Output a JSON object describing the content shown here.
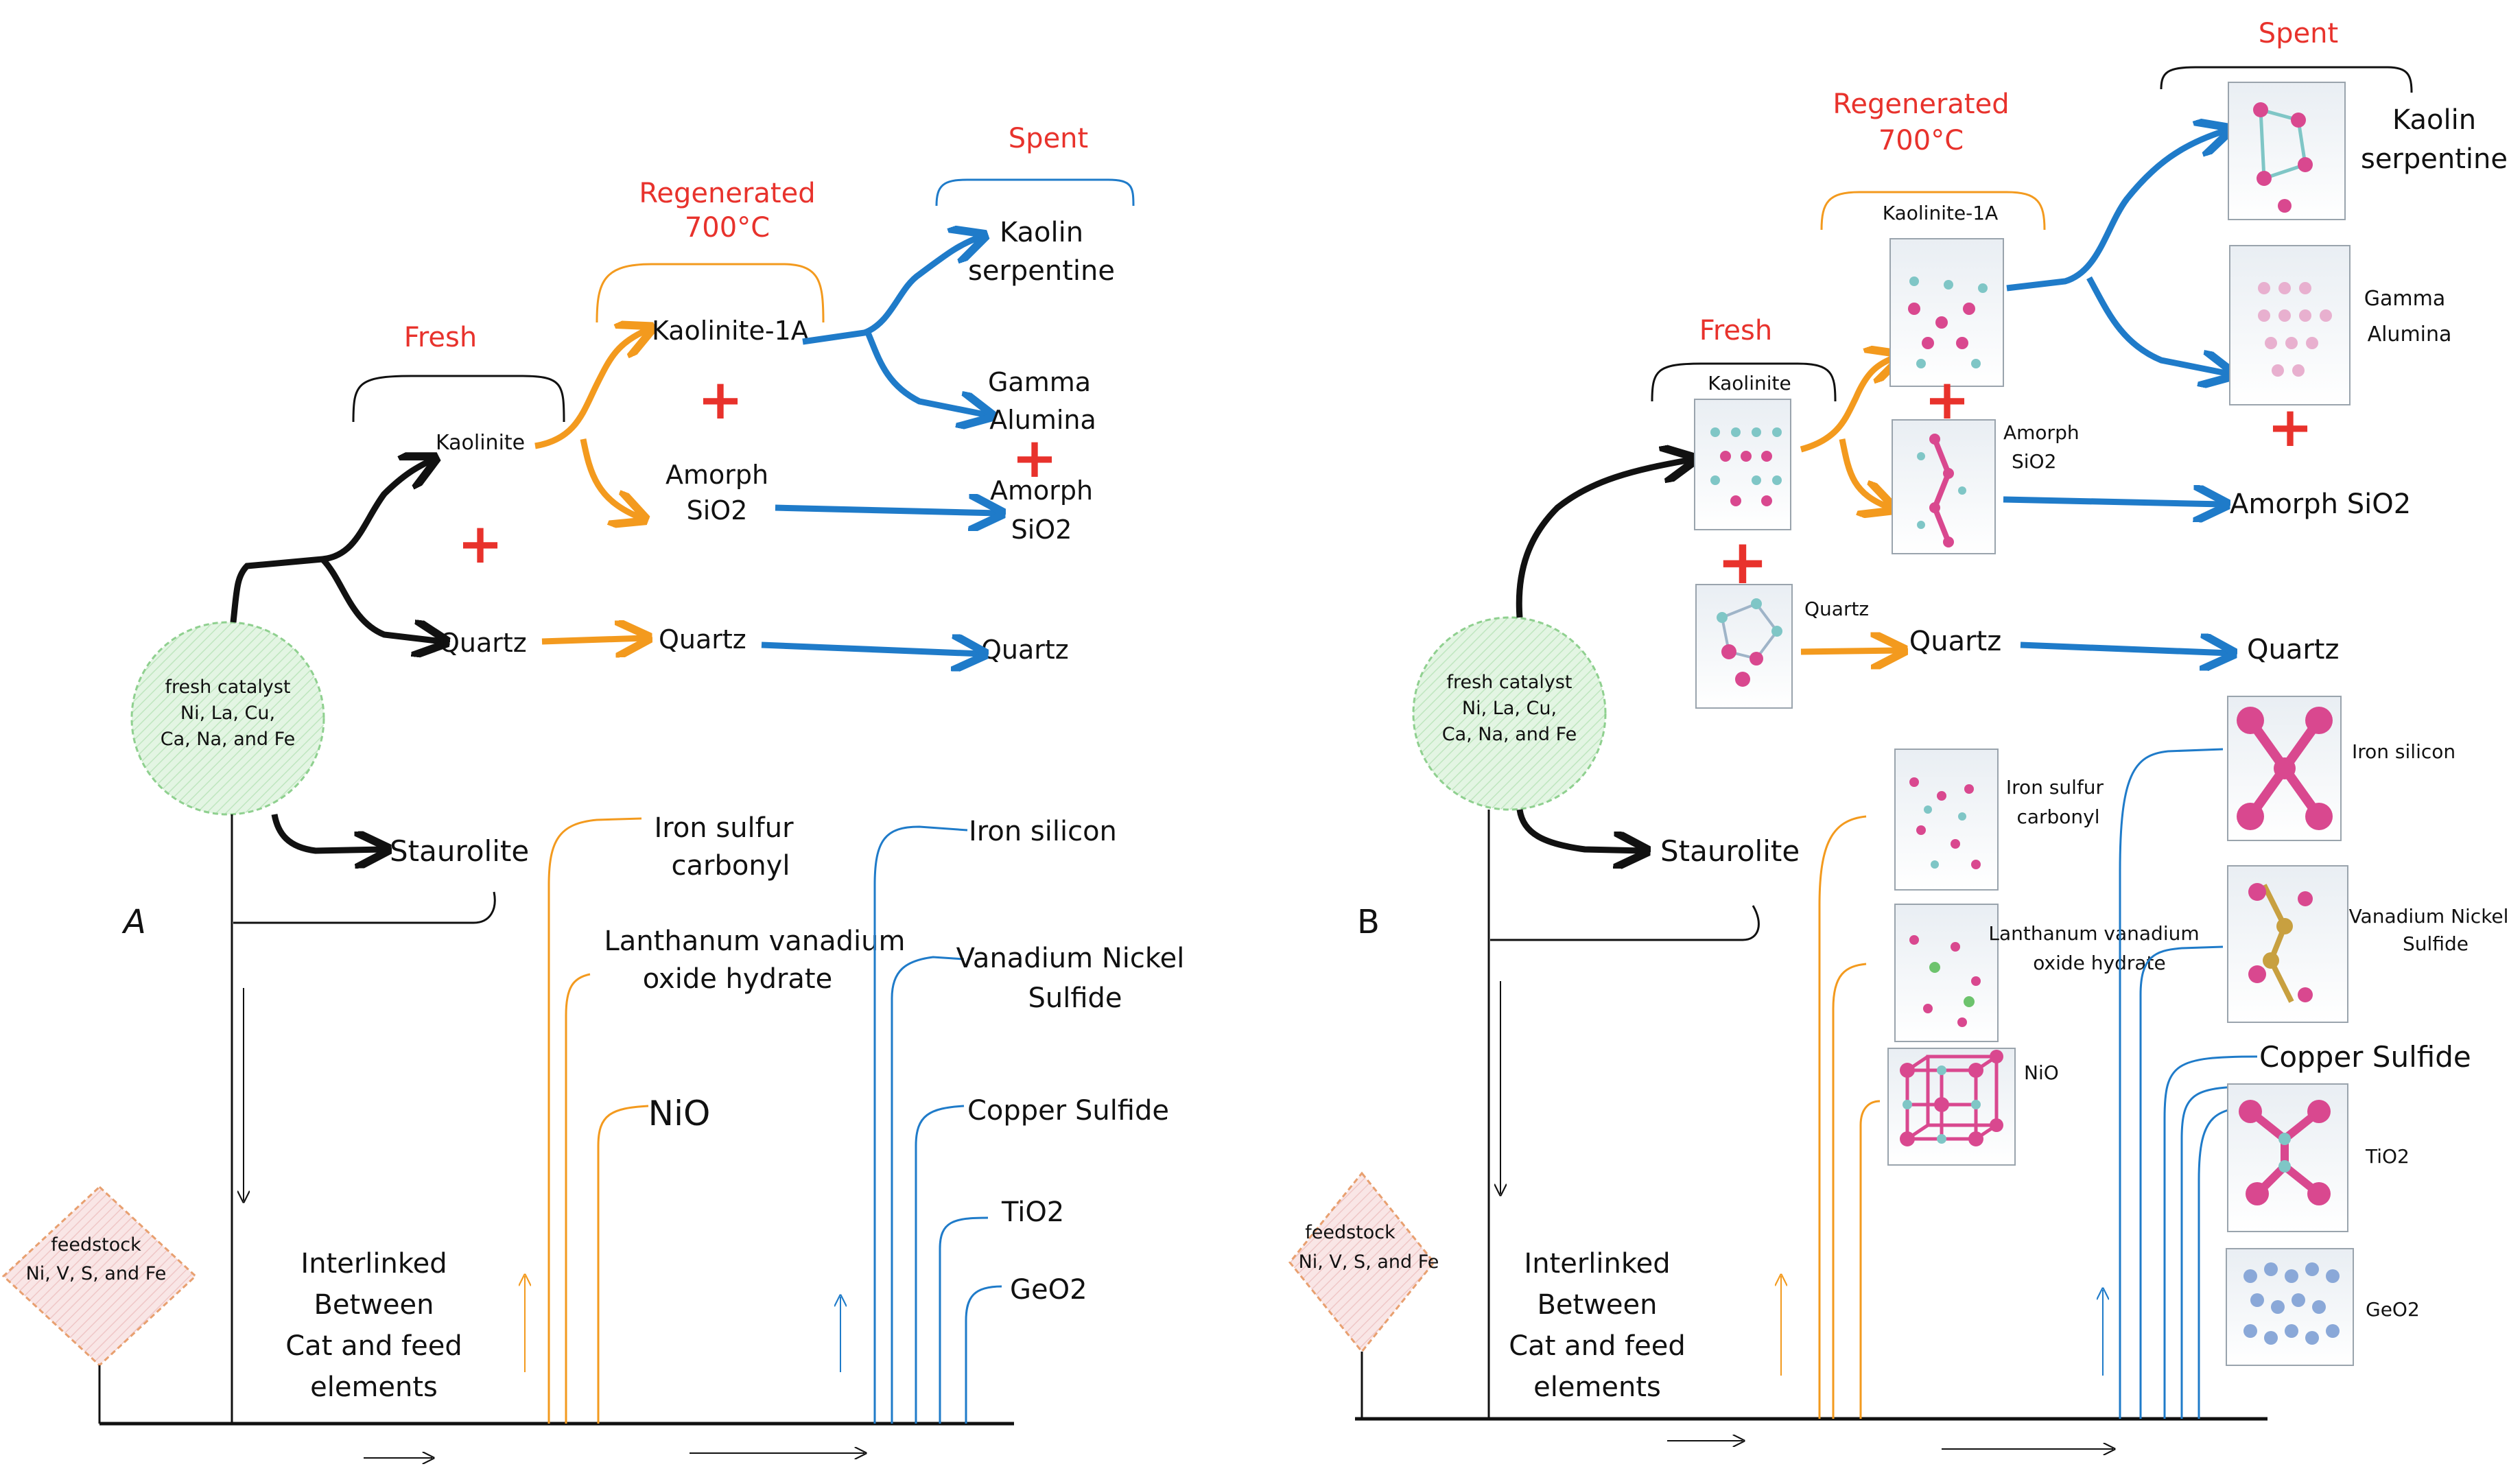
{
  "colors": {
    "black": "#111111",
    "orange": "#f39a1e",
    "blue": "#1f7bc9",
    "red": "#e8322c",
    "catalyst_fill": "#d8f0d8",
    "catalyst_border": "#8fd08f",
    "feedstock_fill": "#f6dede",
    "feedstock_border": "#e8a070",
    "molecule_pink": "#d9488f",
    "molecule_teal": "#7fc6c6",
    "molecule_blue": "#8aa8d8"
  },
  "panel_a": {
    "label": "A",
    "stages": {
      "fresh": "Fresh",
      "regenerated_1": "Regenerated",
      "regenerated_2": "700°C",
      "spent": "Spent"
    },
    "fresh_catalyst": {
      "line1": "fresh catalyst",
      "line2": "Ni, La, Cu,",
      "line3": "Ca, Na, and Fe"
    },
    "feedstock": {
      "line1": "feedstock",
      "line2": "Ni, V, S, and Fe"
    },
    "kaolinite": "Kaolinite",
    "quartz_1": "Quartz",
    "quartz_2": "Quartz",
    "quartz_3": "Quartz",
    "kaolinite_1a": "Kaolinite-1A",
    "amorph_1": "Amorph",
    "amorph_2": "SiO2",
    "kaolin_1": "Kaolin",
    "kaolin_2": "serpentine",
    "gamma_1": "Gamma",
    "gamma_2": "Alumina",
    "amorph_spent_1": "Amorph",
    "amorph_spent_2": "SiO2",
    "staurolite": "Staurolite",
    "iron_sulfur_1": "Iron sulfur",
    "iron_sulfur_2": "carbonyl",
    "lanthanum_1": "Lanthanum vanadium",
    "lanthanum_2": "oxide hydrate",
    "nio": "NiO",
    "iron_silicon": "Iron silicon",
    "vanadium_1": "Vanadium Nickel",
    "vanadium_2": "Sulfide",
    "copper_sulfide": "Copper Sulfide",
    "tio2": "TiO2",
    "geo2": "GeO2",
    "interlinked": {
      "line1": "Interlinked",
      "line2": "Between",
      "line3": "Cat and feed",
      "line4": "elements"
    }
  },
  "panel_b": {
    "label": "B",
    "stages": {
      "fresh": "Fresh",
      "regenerated_1": "Regenerated",
      "regenerated_2": "700°C",
      "spent": "Spent"
    },
    "fresh_catalyst": {
      "line1": "fresh catalyst",
      "line2": "Ni, La, Cu,",
      "line3": "Ca, Na, and Fe"
    },
    "feedstock": {
      "line1": "feedstock",
      "line2": "Ni, V, S, and Fe"
    },
    "kaolinite": "Kaolinite",
    "quartz_label": "Quartz",
    "quartz_2": "Quartz",
    "quartz_3": "Quartz",
    "kaolinite_1a": "Kaolinite-1A",
    "amorph_1": "Amorph",
    "amorph_2": "SiO2",
    "kaolin_1": "Kaolin",
    "kaolin_2": "serpentine",
    "gamma_1": "Gamma",
    "gamma_2": "Alumina",
    "amorph_spent": "Amorph SiO2",
    "staurolite": "Staurolite",
    "iron_sulfur_1": "Iron sulfur",
    "iron_sulfur_2": "carbonyl",
    "lanthanum_1": "Lanthanum vanadium",
    "lanthanum_2": "oxide hydrate",
    "nio": "NiO",
    "iron_silicon": "Iron silicon",
    "vanadium_1": "Vanadium Nickel",
    "vanadium_2": "Sulfide",
    "copper_sulfide": "Copper Sulfide",
    "tio2": "TiO2",
    "geo2": "GeO2",
    "interlinked": {
      "line1": "Interlinked",
      "line2": "Between",
      "line3": "Cat and feed",
      "line4": "elements"
    }
  }
}
